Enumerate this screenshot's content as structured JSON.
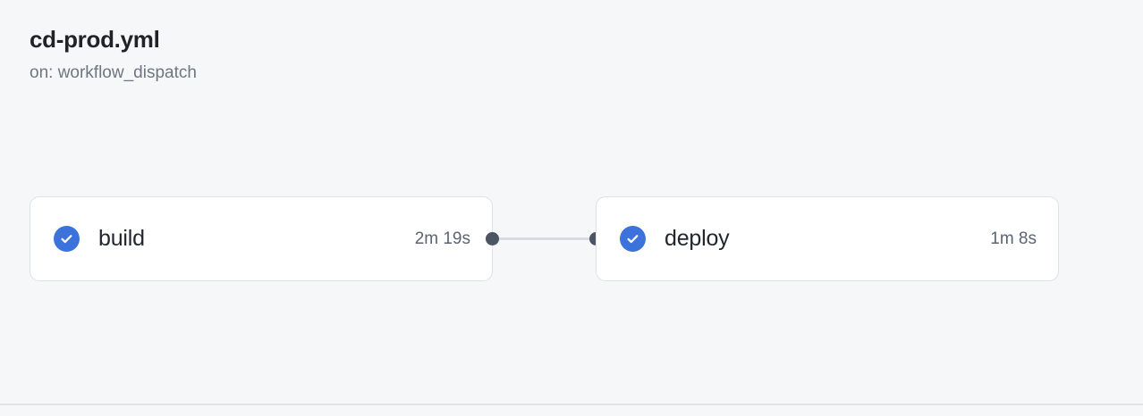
{
  "header": {
    "workflow_file": "cd-prod.yml",
    "trigger": "on: workflow_dispatch"
  },
  "graph": {
    "nodes": [
      {
        "id": "build",
        "label": "build",
        "duration": "2m 19s",
        "status": "success",
        "status_icon": "check-circle-icon",
        "status_color": "#3b72dc"
      },
      {
        "id": "deploy",
        "label": "deploy",
        "duration": "1m 8s",
        "status": "success",
        "status_icon": "check-circle-icon",
        "status_color": "#3b72dc"
      }
    ],
    "edges": [
      {
        "from": "build",
        "to": "deploy"
      }
    ],
    "port_color": "#4d5563",
    "edge_color": "#d6dce2"
  },
  "theme": {
    "background": "#f5f7f9",
    "node_background": "#ffffff",
    "node_border": "#dde2e7",
    "title_color": "#1f2328",
    "muted_color": "#6e7681",
    "duration_color": "#5b6471",
    "divider_color": "#dfe4ea"
  }
}
